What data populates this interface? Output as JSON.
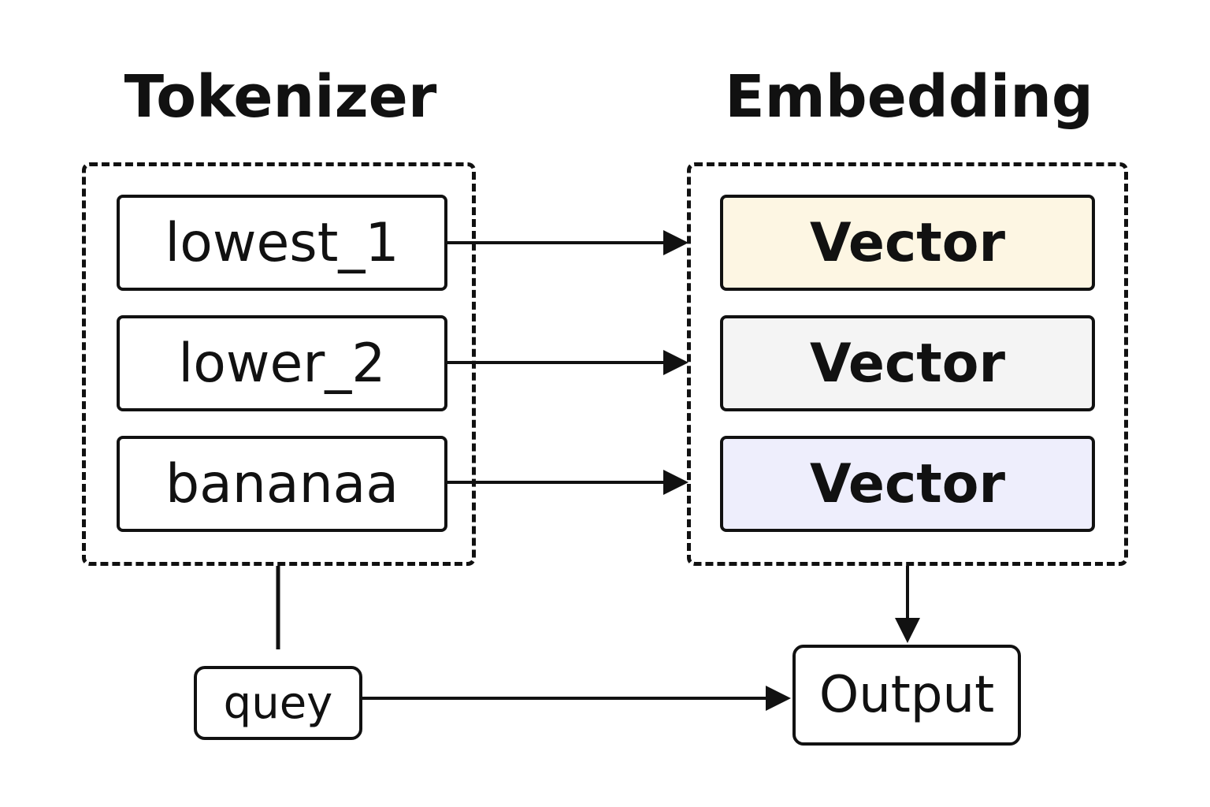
{
  "titles": {
    "tokenizer": "Tokenizer",
    "embedding": "Embedding"
  },
  "tokens": [
    "lowest_1",
    "lower_2",
    "bananaa"
  ],
  "vectors": [
    {
      "label": "Vector",
      "fill": "#fdf6e3"
    },
    {
      "label": "Vector",
      "fill": "#f4f4f4"
    },
    {
      "label": "Vector",
      "fill": "#eeeefc"
    }
  ],
  "query": {
    "label": "quey"
  },
  "output": {
    "label": "Output"
  },
  "colors": {
    "stroke": "#111111",
    "background": "#ffffff"
  }
}
